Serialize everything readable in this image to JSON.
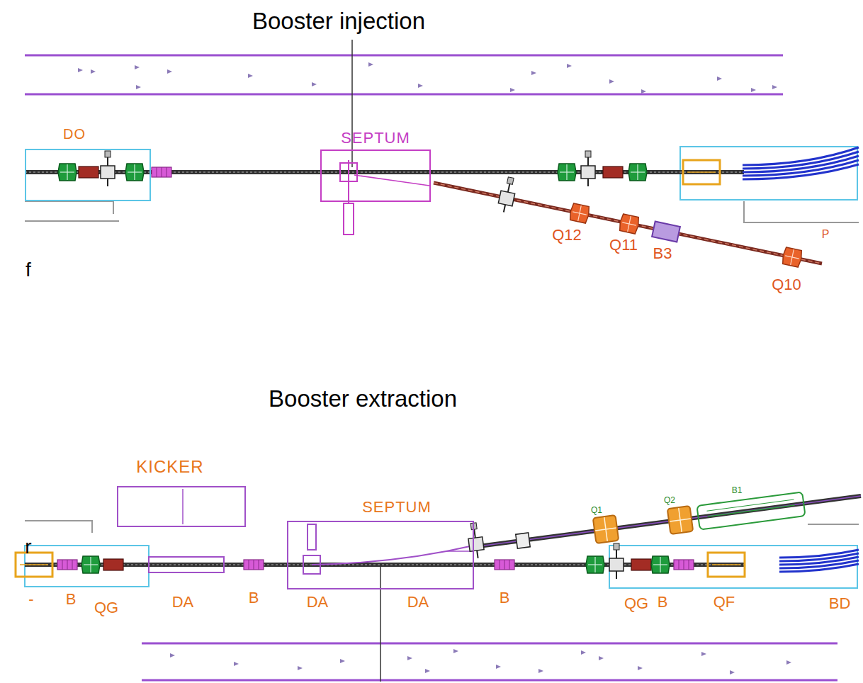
{
  "diagram": {
    "nodes": [
      {
        "text": [
          "DO"
        ]
      },
      {
        "text": [
          "SEPTUM"
        ]
      },
      {
        "text": [
          "KICKER"
        ]
      },
      {
        "text": [
          "SEPTUM"
        ]
      }
    ],
    "labels": [
      "Booster injection",
      "f",
      "Q12",
      "Q11",
      "B3",
      "Q10",
      "P",
      "Booster extraction",
      "r",
      "-",
      "B",
      "QG",
      "DA",
      "B",
      "DA",
      "DA",
      "B",
      "Q1",
      "Q2",
      "B1",
      "QG",
      "B",
      "QF",
      "BD"
    ]
  }
}
